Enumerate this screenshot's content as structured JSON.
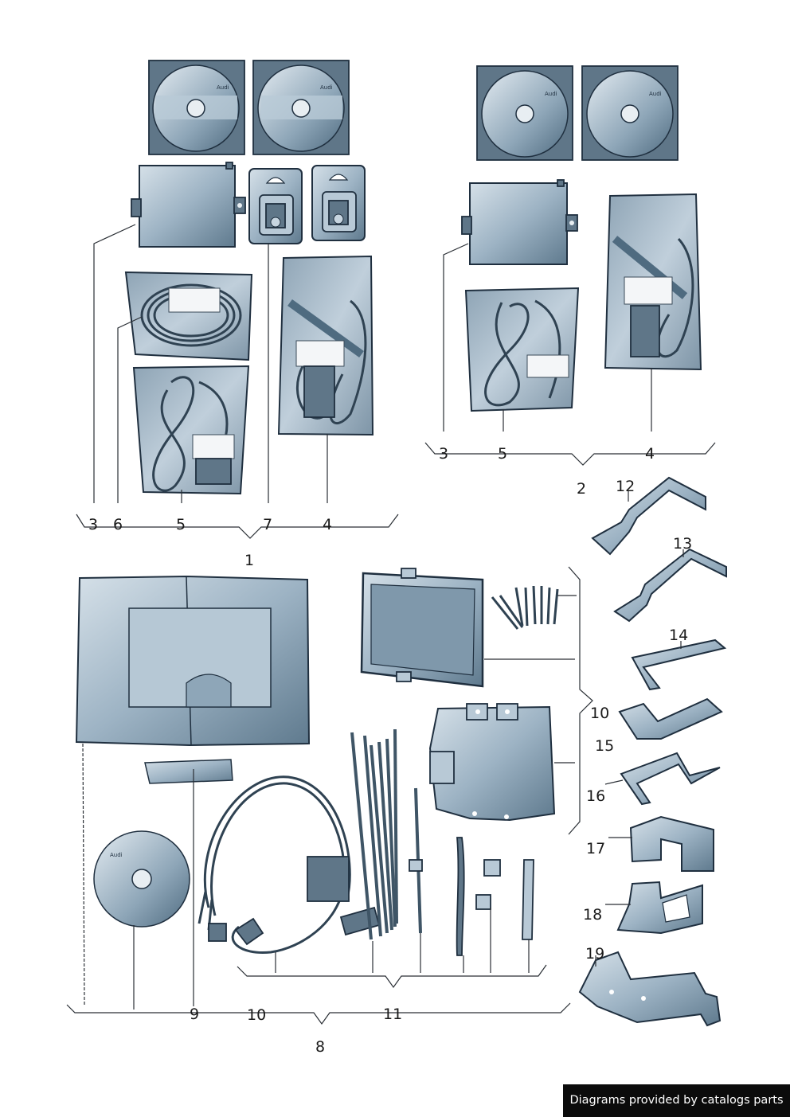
{
  "callouts": {
    "g1_3": "3",
    "g1_6": "6",
    "g1_5": "5",
    "g1_7": "7",
    "g1_4": "4",
    "g1_group": "1",
    "g2_3": "3",
    "g2_5": "5",
    "g2_4": "4",
    "g2_group": "2",
    "b12": "12",
    "b13": "13",
    "b14": "14",
    "b15": "15",
    "b16": "16",
    "b17": "17",
    "b18": "18",
    "b19": "19",
    "k10_side": "10",
    "g8_9": "9",
    "g8_10": "10",
    "g8_11": "11",
    "g8_group": "8"
  },
  "disc_brand": "Audi",
  "credit": "Diagrams provided by catalogs parts"
}
